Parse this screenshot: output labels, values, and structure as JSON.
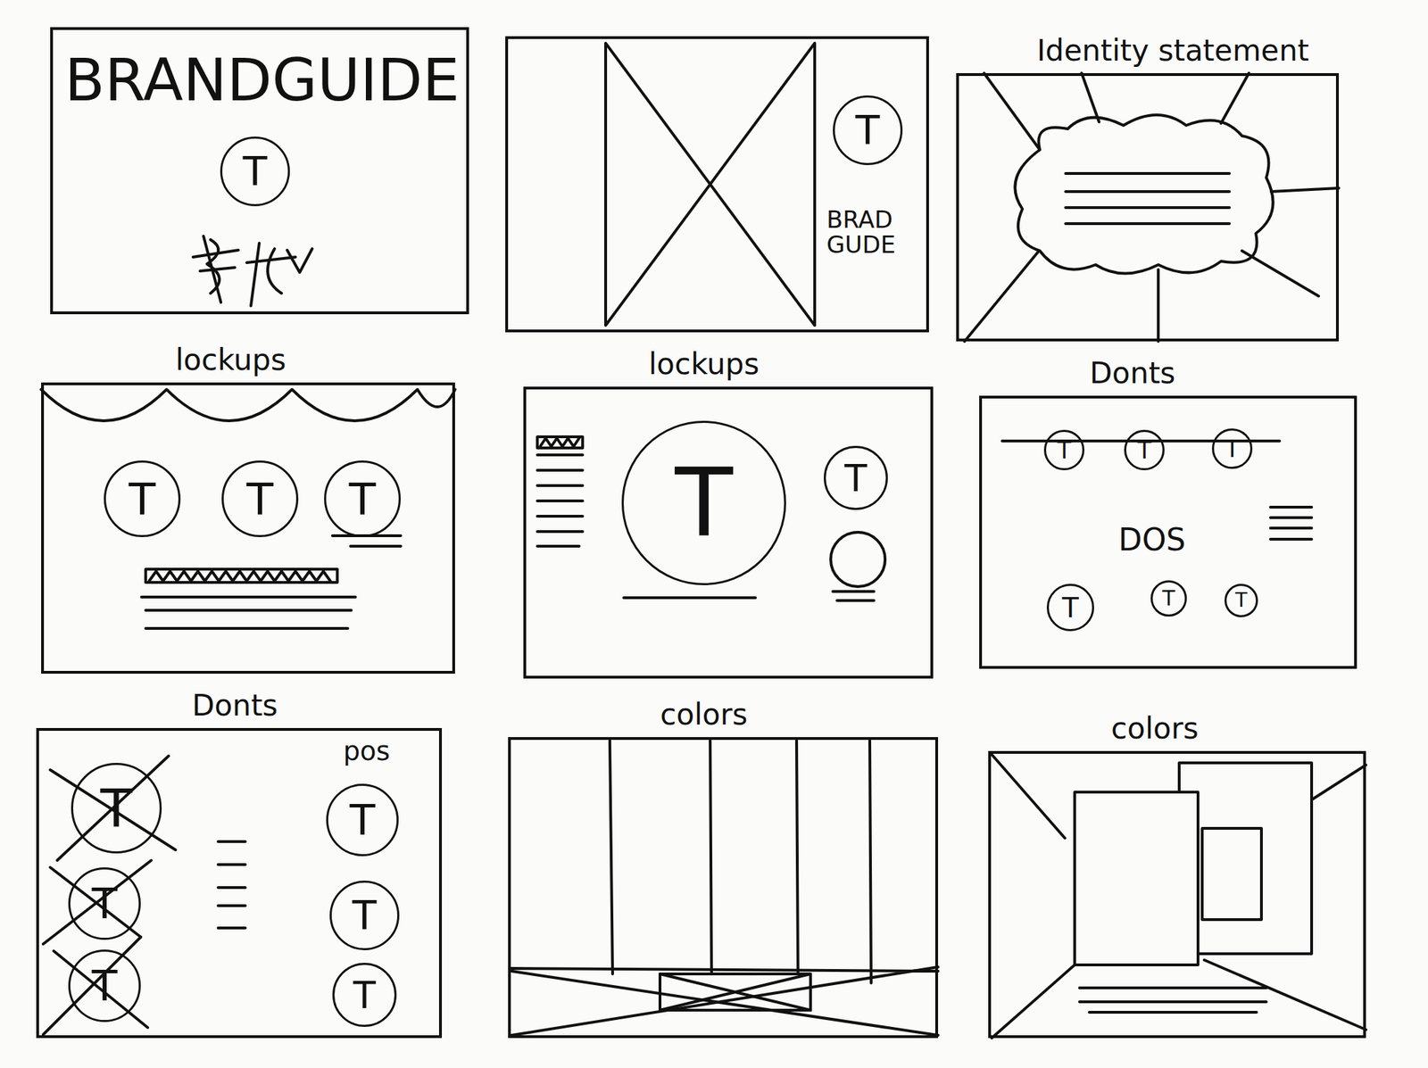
{
  "diagram": {
    "nodes": [
      {
        "text": [
          "BRANDGUIDE"
        ]
      },
      {
        "text": [
          "T"
        ],
        "in": 0
      },
      {
        "text": [
          "BRAD GUDE"
        ]
      },
      {
        "text": [
          "T"
        ],
        "in": 2
      },
      {
        "text": [
          "Identity statement"
        ]
      },
      {
        "text": [
          "lockups"
        ]
      },
      {
        "text": [
          "T"
        ],
        "in": 5
      },
      {
        "text": [
          "T"
        ],
        "in": 5
      },
      {
        "text": [
          "T"
        ],
        "in": 5
      },
      {
        "text": [
          "lockups"
        ]
      },
      {
        "text": [
          "T"
        ],
        "in": 9
      },
      {
        "text": [
          "T"
        ],
        "in": 9
      },
      {
        "text": [
          "Donts",
          "DOS"
        ]
      },
      {
        "text": [
          "T"
        ],
        "in": 12
      },
      {
        "text": [
          "T"
        ],
        "in": 12
      },
      {
        "text": [
          "T"
        ],
        "in": 12
      },
      {
        "text": [
          "T"
        ],
        "in": 12
      },
      {
        "text": [
          "T"
        ],
        "in": 12
      },
      {
        "text": [
          "T"
        ],
        "in": 12
      },
      {
        "text": [
          "Donts",
          "pos"
        ]
      },
      {
        "text": [
          "T"
        ],
        "in": 19
      },
      {
        "text": [
          "T"
        ],
        "in": 19
      },
      {
        "text": [
          "T"
        ],
        "in": 19
      },
      {
        "text": [
          "T"
        ],
        "in": 19
      },
      {
        "text": [
          "T"
        ],
        "in": 19
      },
      {
        "text": [
          "T"
        ],
        "in": 19
      },
      {
        "text": [
          "colors"
        ]
      },
      {
        "text": [
          "colors"
        ]
      }
    ]
  }
}
